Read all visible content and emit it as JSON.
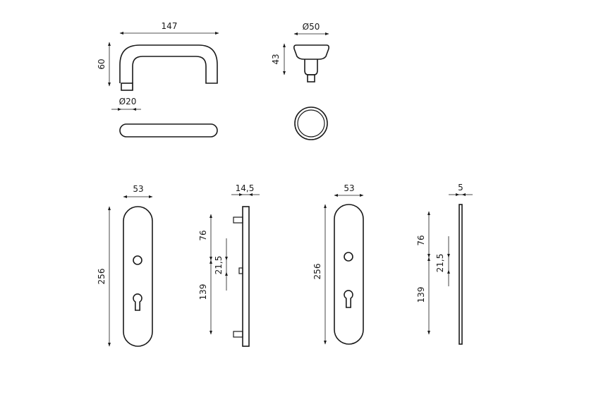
{
  "lever_handle": {
    "width": "147",
    "height": "60",
    "diameter": "Ø20"
  },
  "knob": {
    "diameter": "Ø50",
    "height": "43"
  },
  "plate_front_a": {
    "width": "53",
    "height": "256"
  },
  "plate_side_a": {
    "thickness": "14,5",
    "upper": "76",
    "gap": "21,5",
    "lower": "139"
  },
  "plate_front_b": {
    "width": "53",
    "height": "256"
  },
  "plate_side_b": {
    "thickness": "5",
    "upper": "76",
    "gap": "21,5",
    "lower": "139"
  }
}
